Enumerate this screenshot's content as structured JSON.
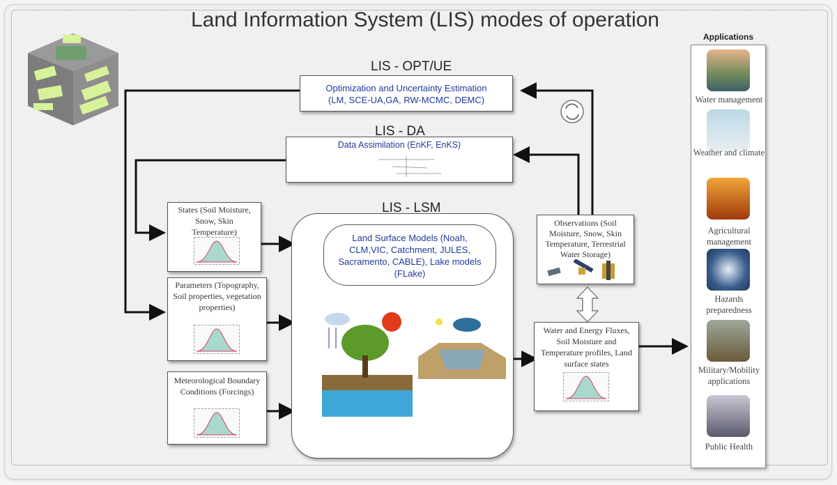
{
  "title": "Land Information System (LIS) modes of operation",
  "opt_ue": {
    "label": "LIS - OPT/UE",
    "line1": "Optimization and Uncertainty Estimation",
    "line2": "(LM, SCE-UA,GA, RW-MCMC, DEMC)"
  },
  "da": {
    "label": "LIS - DA",
    "line1": "Data Assimilation (EnKF, EnKS)"
  },
  "lsm": {
    "label": "LIS - LSM",
    "models": "Land Surface Models (Noah, CLM,VIC, Catchment, JULES, Sacramento, CABLE), Lake models (FLake)"
  },
  "inputs": {
    "states": "States (Soil Moisture, Snow, Skin Temperature)",
    "parameters": "Parameters (Topography, Soil properties, vegetation properties)",
    "forcings": "Meteorological Boundary Conditions (Forcings)"
  },
  "observations": "Observations (Soil Moisture, Snow, Skin Temperature, Terrestrial Water Storage)",
  "outputs": "Water and Energy Fluxes, Soil Moisture and Temperature profiles, Land surface states",
  "applications": {
    "heading": "Applications",
    "items": [
      {
        "label": "Water management",
        "color": "#c98a5a"
      },
      {
        "label": "Weather and climate",
        "color": "#9cc3d8"
      },
      {
        "label": "Agricultural management",
        "color": "#d9781e"
      },
      {
        "label": "Hazards preparedness",
        "color": "#5d7fa5"
      },
      {
        "label": "Military/Mobility applications",
        "color": "#8a7a55"
      },
      {
        "label": "Public Health",
        "color": "#7d7d90"
      }
    ]
  }
}
